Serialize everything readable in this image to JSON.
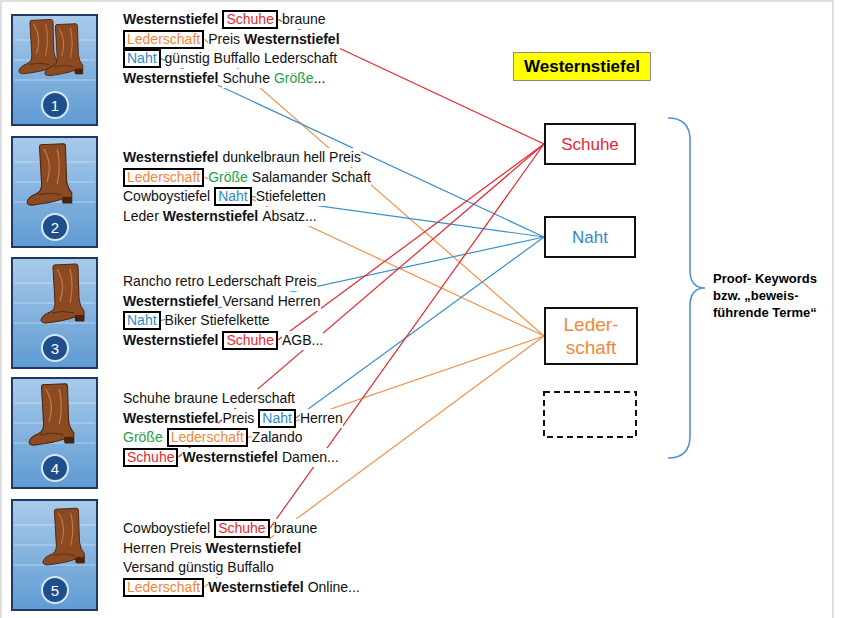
{
  "diagram": {
    "nodes": [
      {
        "text": [
          "Westernstiefel"
        ]
      },
      {
        "text": [
          "Schuhe"
        ]
      },
      {
        "text": [
          "Naht"
        ]
      },
      {
        "text": [
          "Leder- schaft"
        ]
      },
      {
        "text": [
          "1"
        ]
      },
      {
        "text": [
          "Schuhe"
        ]
      },
      {
        "text": [
          "Lederschaft"
        ]
      },
      {
        "text": [
          "Naht"
        ]
      },
      {
        "text": [
          "2"
        ]
      },
      {
        "text": [
          "Lederschaft"
        ]
      },
      {
        "text": [
          "Naht"
        ]
      },
      {
        "text": [
          "3"
        ]
      },
      {
        "text": [
          "Naht"
        ]
      },
      {
        "text": [
          "Schuhe"
        ]
      },
      {
        "text": [
          "4"
        ]
      },
      {
        "text": [
          "Naht"
        ]
      },
      {
        "text": [
          "Lederschaft"
        ]
      },
      {
        "text": [
          "Schuhe"
        ]
      },
      {
        "text": [
          "5"
        ]
      },
      {
        "text": [
          "Schuhe"
        ]
      },
      {
        "text": [
          "Lederschaft"
        ]
      }
    ],
    "edges": [
      {
        "from": 5,
        "to": 1,
        "arrow": "none"
      },
      {
        "from": 6,
        "to": 3,
        "arrow": "none"
      },
      {
        "from": 7,
        "to": 2,
        "arrow": "none"
      },
      {
        "from": 9,
        "to": 3,
        "arrow": "none"
      },
      {
        "from": 10,
        "to": 2,
        "arrow": "none"
      },
      {
        "from": 12,
        "to": 2,
        "arrow": "none"
      },
      {
        "from": 13,
        "to": 1,
        "arrow": "none"
      },
      {
        "from": 15,
        "to": 2,
        "arrow": "none"
      },
      {
        "from": 16,
        "to": 3,
        "arrow": "none"
      },
      {
        "from": 17,
        "to": 1,
        "arrow": "none"
      },
      {
        "from": 19,
        "to": 1,
        "arrow": "none"
      },
      {
        "from": 20,
        "to": 3,
        "arrow": "none"
      }
    ],
    "labels": [
      "Westernstiefel",
      "braune",
      "Preis",
      "Westernstiefel",
      "günstig Buffallo Lederschaft",
      "Westernstiefel",
      "Schuhe",
      "Größe",
      "...",
      "Westernstiefel",
      "dunkelbraun hell Preis",
      "Größe",
      "Salamander Schaft",
      "Cowboystiefel",
      "Stiefeletten",
      "Leder",
      "Westernstiefel",
      "Absatz...",
      "Rancho retro Lederschaft Preis",
      "Westernstiefel",
      "Versand Herren",
      "Biker Stiefelkette",
      "Westernstiefel",
      "AGB...",
      "Schuhe braune Lederschaft",
      "Westernstiefel",
      "Preis",
      "Herren",
      "Größe",
      "Zalando",
      "Westernstiefel",
      "Damen...",
      "Cowboystiefel",
      "braune",
      "Herren Preis",
      "Westernstiefel",
      "Versand günstig Buffallo",
      "Westernstiefel",
      "Online...",
      "Proof- Keywords bzw. „beweis- führende Terme“"
    ]
  }
}
